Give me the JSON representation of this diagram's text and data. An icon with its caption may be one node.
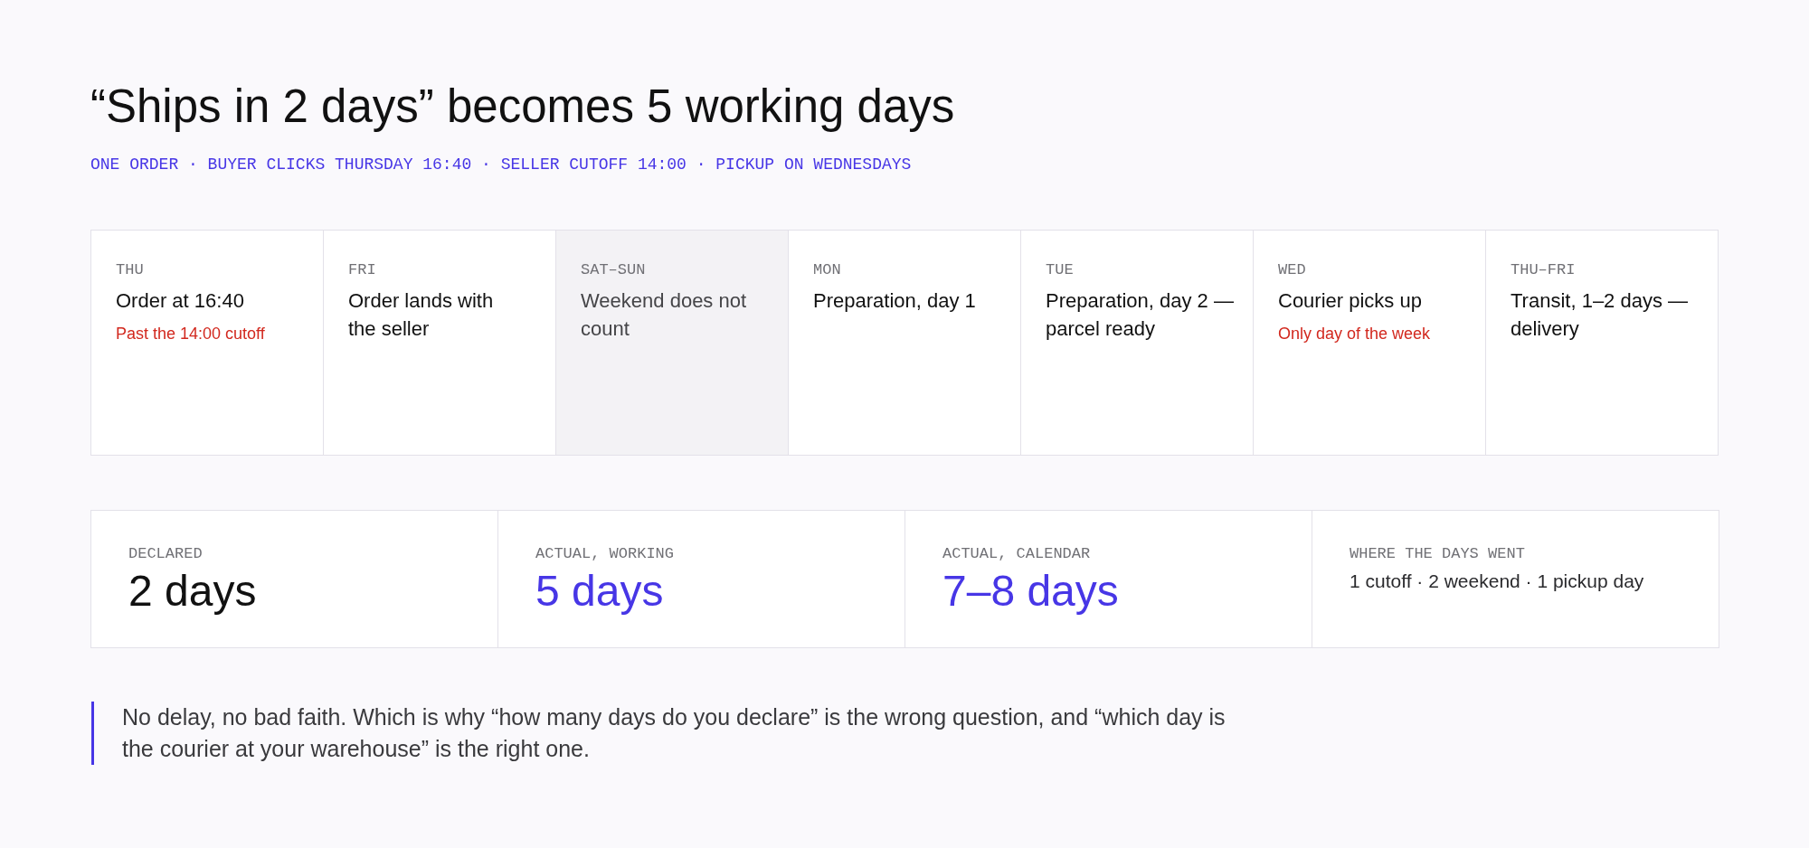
{
  "diagram": {
    "title": "“Ships in 2 days” becomes 5 working days",
    "nodes": [
      {
        "text": [
          "THU",
          "Order at 16:40",
          "Past the 14:00 cutoff"
        ]
      },
      {
        "text": [
          "FRI",
          "Order lands with the seller"
        ]
      },
      {
        "text": [
          "SAT–SUN",
          "Weekend does not count"
        ]
      },
      {
        "text": [
          "MON",
          "Preparation, day 1"
        ]
      },
      {
        "text": [
          "TUE",
          "Preparation, day 2 — parcel ready"
        ]
      },
      {
        "text": [
          "WED",
          "Courier picks up",
          "Only day of the week"
        ]
      },
      {
        "text": [
          "THU–FRI",
          "Transit, 1–2 days — delivery"
        ]
      },
      {
        "text": [
          "DECLARED",
          "2 days"
        ]
      },
      {
        "text": [
          "ACTUAL, WORKING",
          "5 days"
        ]
      },
      {
        "text": [
          "ACTUAL, CALENDAR",
          "7–8 days"
        ]
      },
      {
        "text": [
          "WHERE THE DAYS WENT",
          "1 cutoff · 2 weekend · 1 pickup day"
        ]
      }
    ],
    "labels": [
      "ONE ORDER · BUYER CLICKS THURSDAY 16:40 · SELLER CUTOFF 14:00 · PICKUP ON WEDNESDAYS",
      "No delay, no bad faith. Which is why “how many days do you declare” is the wrong question, and “which day is the courier at your warehouse” is the right one."
    ]
  }
}
